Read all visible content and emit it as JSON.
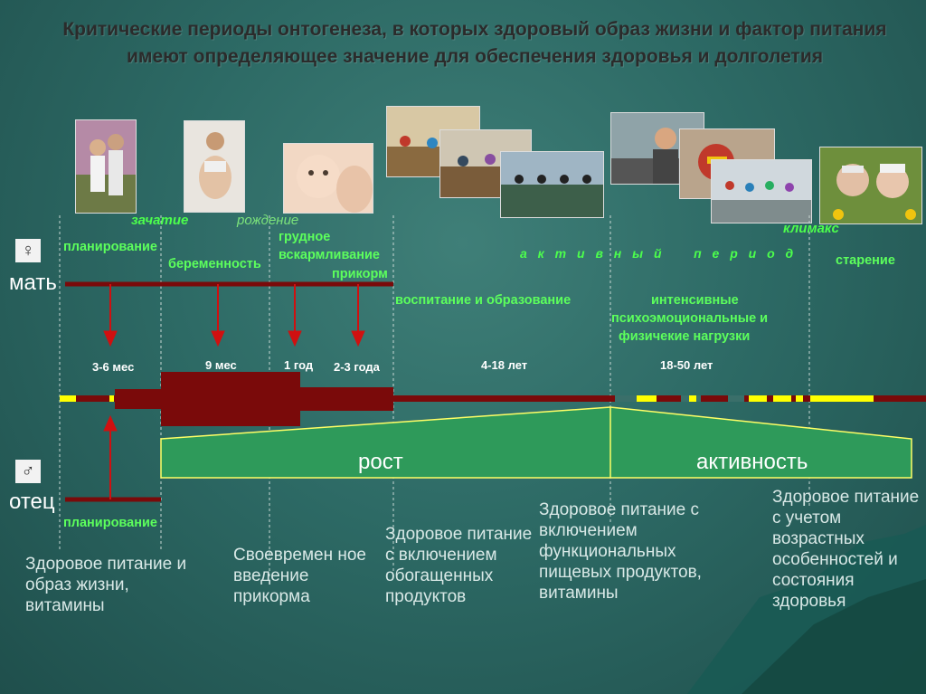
{
  "title": "Критические периоды онтогенеза, в которых здоровый образ жизни и фактор питания имеют определяющее значение для обеспечения здоровья и долголетия",
  "parents": {
    "mother": {
      "label": "мать",
      "icon": "female-symbol-icon"
    },
    "father": {
      "label": "отец",
      "icon": "male-symbol-icon"
    }
  },
  "stages": {
    "conception": "зачатие",
    "birth": "рождение",
    "planning_mother": "планирование",
    "pregnancy": "беременность",
    "breastfeeding_1": "грудное",
    "breastfeeding_2": "вскармливание",
    "complementary": "прикорм",
    "upbringing": "воспитание и образование",
    "active_period": "а к т и в н ы й    п е р и о д",
    "stress_1": "интенсивные",
    "stress_2": "психоэмоциональные и",
    "stress_3": "физичекие нагрузки",
    "menopause": "климакс",
    "aging": "старение",
    "planning_father": "планирование"
  },
  "durations": {
    "d1": "3-6 мес",
    "d2": "9 мес",
    "d3": "1 год",
    "d4": "2-3 года",
    "d5": "4-18 лет",
    "d6": "18-50 лет"
  },
  "phases": {
    "growth": "рост",
    "activity": "активность"
  },
  "notes": {
    "n1": "Здоровое питание и образ жизни, витамины",
    "n2": "Своевремен ное введение прикорма",
    "n3": "Здоровое питание с включением обогащенных продуктов",
    "n4": "Здоровое питание с включением функциональных пищевых продуктов, витамины",
    "n5": "Здоровое питание с учетом возрастных особенностей и состояния здоровья"
  },
  "colors": {
    "bar": "#7a0a0a",
    "accent_yellow": "#ffff00",
    "green_box": "#2e9a5a",
    "label_green": "#5cff5c"
  }
}
